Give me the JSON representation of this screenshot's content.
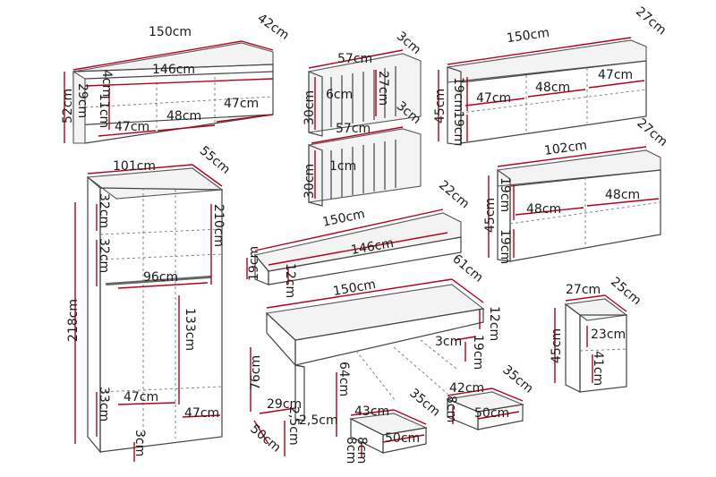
{
  "labels": {
    "d150a": "150cm",
    "d42": "42cm",
    "d4": "4cm",
    "d146a": "146cm",
    "d52": "52cm",
    "d29": "29cm",
    "d11": "11cm",
    "d47a": "47cm",
    "d48a": "48cm",
    "d47b": "47cm",
    "d57a": "57cm",
    "d3a": "3cm",
    "d6": "6cm",
    "d27a": "27cm",
    "d30a": "30cm",
    "d57b": "57cm",
    "d3b": "3cm",
    "d1": "1cm",
    "d30b": "30cm",
    "d150b": "150cm",
    "d27b": "27cm",
    "d19a": "19cm",
    "d45a": "45cm",
    "d19b": "19cm",
    "d47c": "47cm",
    "d48b": "48cm",
    "d47d": "47cm",
    "d102": "102cm",
    "d27c": "27cm",
    "d19c": "19cm",
    "d45b": "45cm",
    "d48c": "48cm",
    "d48d": "48cm",
    "d19d": "19cm",
    "d101": "101cm",
    "d55": "55cm",
    "d32a": "32cm",
    "d32b": "32cm",
    "d210": "210cm",
    "d96": "96cm",
    "d218": "218cm",
    "d133": "133cm",
    "d33": "33cm",
    "d47e": "47cm",
    "d47f": "47cm",
    "d3c": "3cm",
    "d150c": "150cm",
    "d22": "22cm",
    "d146b": "146cm",
    "d19e": "19cm",
    "d12a": "12cm",
    "d150d": "150cm",
    "d61": "61cm",
    "d12b": "12cm",
    "d3d": "3cm",
    "d19f": "19cm",
    "d76": "76cm",
    "d64": "64cm",
    "d29b": "29cm",
    "d2_5a": "2,5cm",
    "d2_5b": "2,5cm",
    "d50a": "50cm",
    "d43": "43cm",
    "d35a": "35cm",
    "d8a": "8cm",
    "d50b": "50cm",
    "d42b": "42cm",
    "d35b": "35cm",
    "d8b": "8cm",
    "d50c": "50cm",
    "d8c": "8cm",
    "d27d": "27cm",
    "d25": "25cm",
    "d45c": "45cm",
    "d23": "23cm",
    "d41": "41cm"
  }
}
